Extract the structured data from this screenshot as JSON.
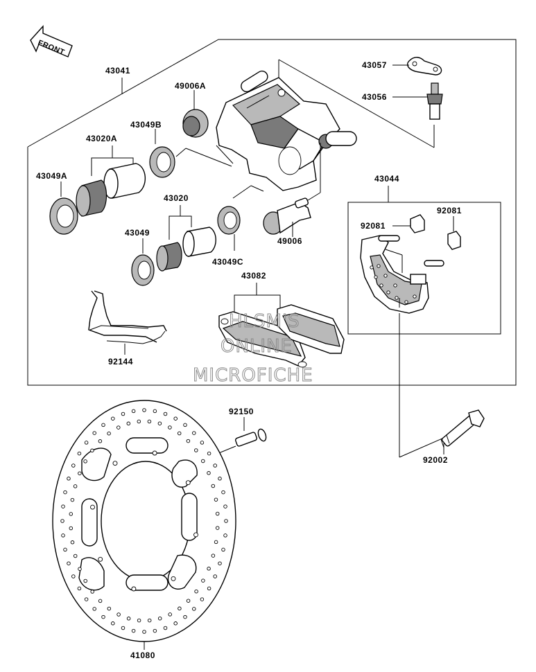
{
  "direction_label": "FRONT",
  "watermark": [
    "HLSM'S",
    "ONLINE",
    "MICROFICHE"
  ],
  "parts": {
    "p43041": "43041",
    "p49006A": "49006A",
    "p43049B": "43049B",
    "p43020A": "43020A",
    "p43049A": "43049A",
    "p43020": "43020",
    "p43049": "43049",
    "p43049C": "43049C",
    "p49006": "49006",
    "p43082": "43082",
    "p92144": "92144",
    "p43057": "43057",
    "p43056": "43056",
    "p43044": "43044",
    "p92081a": "92081",
    "p92081b": "92081",
    "p92150": "92150",
    "p92002": "92002",
    "p41080": "41080"
  }
}
